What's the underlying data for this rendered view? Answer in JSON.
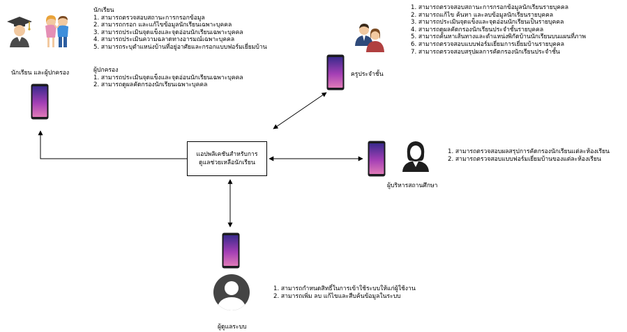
{
  "app_box": {
    "line1": "แอปพลิเคชันสำหรับการ",
    "line2": "ดูแลช่วยเหลือนักเรียน"
  },
  "student_parent": {
    "label": "นักเรียน และผู้ปกครอง",
    "student_heading": "นักเรียน",
    "student_items": [
      "1. สามารถตรวจสอบสถานะการกรอกข้อมูล",
      "2. สามารถกรอก และแก้ไขข้อมูลนักเรียนเฉพาะบุคคล",
      "3. สามารถประเมินจุดแข็งและจุดอ่อนนักเรียนเฉพาะบุคคล",
      "4. สามารถประเมินความฉลาดทางอารมณ์เฉพาะบุคคล",
      "5. สามารถระบุตำแหน่งบ้านที่อยู่อาศัยและกรอกแบบฟอร์มเยี่ยมบ้าน"
    ],
    "parent_heading": "ผู้ปกครอง",
    "parent_items": [
      "1. สามารถประเมินจุดแข็งและจุดอ่อนนักเรียนเฉพาะบุคคล",
      "2. สามารถดูผลคัดกรองนักเรียนเฉพาะบุคคล"
    ]
  },
  "teacher": {
    "label": "ครูประจำชั้น",
    "items": [
      "1. สามารถตรวจสอบสถานะการกรอกข้อมูลนักเรียนรายบุคคล",
      "2. สามารถแก้ไข ค้นหา และลบข้อมูลนักเรียนรายบุคคล",
      "3. สามารถประเมินจุดแข็งและจุดอ่อนนักเรียนเป็นรายบุคคล",
      "4. สามารถดูผลคัดกรองนักเรียนประจำชั้นรายบุคคล",
      "5. สามารถค้นหาเส้นทางและตำแหน่งพิกัดบ้านนักเรียนบนแผนที่ภาพ",
      "6. สามารถตรวจสอบแบบฟอร์มเยี่ยมการเยี่ยมบ้านรายบุคคล",
      "7. สามารถตรวจสอบสรุปผลการคัดกรองนักเรียนประจำชั้น"
    ]
  },
  "administrator": {
    "label": "ผู้บริหารสถานศึกษา",
    "items": [
      "1. สามารถตรวจสอบผลสรุปการคัดกรองนักเรียนแต่ละห้องเรียน",
      "2. สามารถตรวจสอบแบบฟอร์มเยี่ยมบ้านของแต่ละห้องเรียน"
    ]
  },
  "system_admin": {
    "label": "ผู้ดูแลระบบ",
    "items": [
      "1. สามารถกำหนดสิทธิ์ในการเข้าใช้ระบบให้แก่ผู้ใช้งาน",
      "2. สามารถเพิ่ม ลบ แก้ไขและสืบค้นข้อมูลในระบบ"
    ]
  },
  "icons": {
    "phone": "smartphone-icon",
    "graduate": "graduate-student-icon",
    "family": "parents-icon",
    "teacher": "teachers-icon",
    "executive": "woman-executive-icon",
    "admin": "user-avatar-icon"
  },
  "colors": {
    "phone_body": "#1b1b1f",
    "phone_screen_top": "#3a2a8c",
    "phone_screen_mid": "#a43fb5",
    "phone_screen_bottom": "#e07ab8",
    "line": "#000000"
  }
}
